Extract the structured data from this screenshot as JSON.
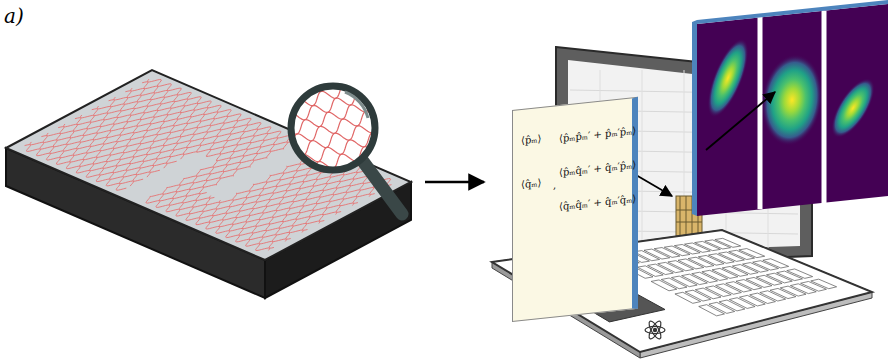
{
  "diagram": {
    "nodes": [
      {
        "text": [
          "⟨p̂ₘ⟩",
          "⟨q̂ₘ⟩",
          ",",
          "⟨p̂ₘp̂ₘ′ + p̂ₘ′p̂ₘ⟩",
          "⟨p̂ₘq̂ₘ′ + q̂ₘ′p̂ₘ⟩",
          "⟨q̂ₘq̂ₘ′ + q̂ₘ′q̂ₘ⟩"
        ]
      }
    ],
    "labels": [
      "a)"
    ]
  }
}
